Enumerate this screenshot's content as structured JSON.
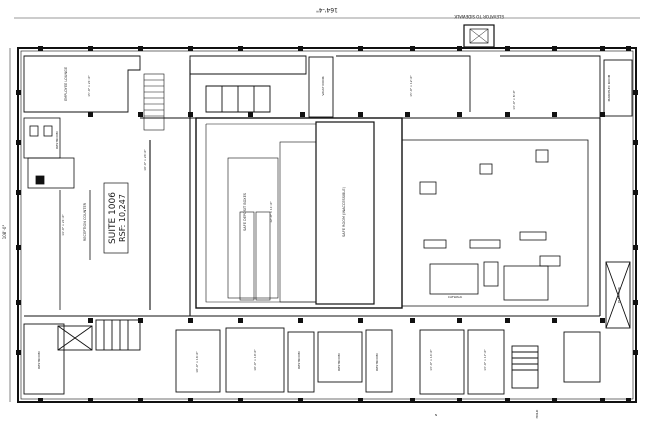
{
  "top_dimension": "164'-4\"",
  "elevator_label": "ELEVATOR TO SIDEWALK",
  "suite": {
    "name": "SUITE 1006",
    "rsf": "RSF: 10,247"
  },
  "rooms": {
    "employee_lounge": "EMPLOYEE LOUNGE",
    "restroom_nw": "RESTROOM",
    "reception_counter": "RECEPTION COUNTER",
    "safe_deposit_boxes": "SAFE DEPOSIT BOXES",
    "safe_room": "SAFE ROOM (INACCESSIBLE)",
    "main_elec_room": "MAIN ELEC ROOM",
    "vault_door": "VAULT DOOR",
    "catwalk": "CATWALK",
    "restroom_s1": "RESTROOM",
    "restroom_s2": "RESTROOM",
    "restroom_s3": "RESTROOM",
    "restroom_sw": "RESTROOM",
    "elevator_se": "ELEVATOR"
  },
  "room_dims": {
    "lounge": "15'-0\" x 21'-0\"",
    "office_n1": "15'-0\" x 12'-0\"",
    "office_ne": "13'-0\" x 8'-0\"",
    "corridor": "10'-0\" x 24'-0\"",
    "reception": "14'-0\" x 21'-0\"",
    "safe_dep": "12'-0\" x 11'-0\"",
    "office_s1": "10'-0\" x 16'-0\"",
    "office_s2": "10'-0\" x 10'-0\"",
    "office_s3": "13'-0\" x 14'-0\"",
    "office_s4": "13'-0\" x 17'-0\""
  },
  "side_dimension": "108'-0\"",
  "bottom_notes": [
    "N",
    "HOLD"
  ]
}
